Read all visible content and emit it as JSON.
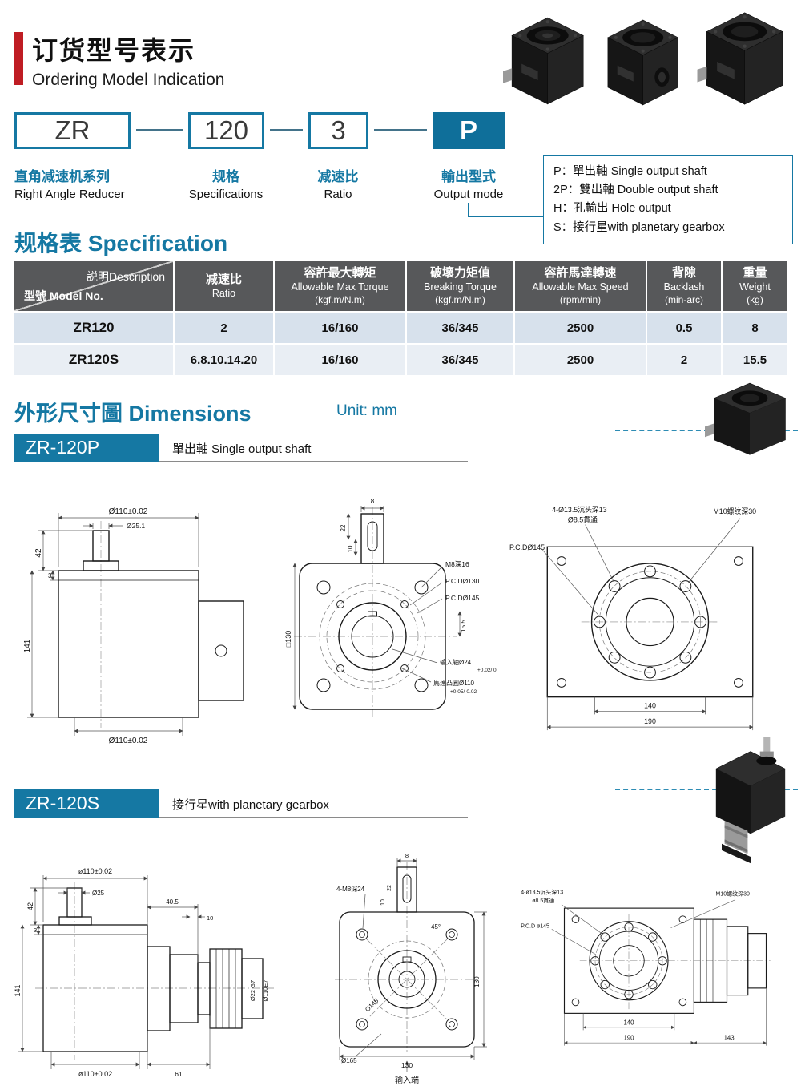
{
  "header": {
    "title_zh": "订货型号表示",
    "title_en": "Ordering Model Indication"
  },
  "ordering": {
    "segments": [
      {
        "code": "ZR",
        "label_zh": "直角减速机系列",
        "label_en": "Right Angle Reducer"
      },
      {
        "code": "120",
        "label_zh": "规格",
        "label_en": "Specifications"
      },
      {
        "code": "3",
        "label_zh": "减速比",
        "label_en": "Ratio"
      },
      {
        "code": "P",
        "label_zh": "輸出型式",
        "label_en": "Output mode"
      }
    ],
    "output_modes": [
      "P：單出軸 Single output shaft",
      "2P：雙出軸 Double output shaft",
      "H：孔輸出 Hole output",
      "S：接行星with planetary gearbox"
    ]
  },
  "spec": {
    "title": "规格表 Specification",
    "header": {
      "desc": "説明Description",
      "model": "型號 Model No.",
      "cols": [
        {
          "zh": "减速比",
          "en": "Ratio",
          "sub": ""
        },
        {
          "zh": "容許最大轉矩",
          "en": "Allowable Max Torque",
          "sub": "(kgf.m/N.m)"
        },
        {
          "zh": "破壞力矩值",
          "en": "Breaking Torque",
          "sub": "(kgf.m/N.m)"
        },
        {
          "zh": "容許馬達轉速",
          "en": "Allowable Max Speed",
          "sub": "(rpm/min)"
        },
        {
          "zh": "背隙",
          "en": "Backlash",
          "sub": "(min-arc)"
        },
        {
          "zh": "重量",
          "en": "Weight",
          "sub": "(kg)"
        }
      ]
    },
    "rows": [
      {
        "model": "ZR120",
        "ratio": "2",
        "max_torque": "16/160",
        "breaking": "36/345",
        "max_speed": "2500",
        "backlash": "0.5",
        "weight": "8"
      },
      {
        "model": "ZR120S",
        "ratio": "6.8.10.14.20",
        "max_torque": "16/160",
        "breaking": "36/345",
        "max_speed": "2500",
        "backlash": "2",
        "weight": "15.5"
      }
    ]
  },
  "dimensions": {
    "title": "外形尺寸圖 Dimensions",
    "unit": "Unit: mm",
    "p_tag": "ZR-120P",
    "p_subtitle": "單出軸 Single output shaft",
    "s_tag": "ZR-120S",
    "s_subtitle": "接行星with planetary gearbox"
  },
  "dwg_p": {
    "side": {
      "top_dia": "Ø110±0.02",
      "shaft_dia": "Ø25.1",
      "h42": "42",
      "h3": "3",
      "h141": "141",
      "bottom_dia": "Ø110±0.02"
    },
    "front": {
      "w8": "8",
      "h22": "22",
      "h10": "10",
      "m8": "M8深16",
      "pcd130": "P.C.DØ130",
      "pcd145": "P.C.DØ145",
      "sq130": "□130",
      "h155": "15.5",
      "input_shaft": "输入轴Ø24",
      "input_tol": "+0.02/ 0",
      "motor_boss": "馬達凸圓Ø110",
      "motor_tol": "+0.05/-0.02"
    },
    "back": {
      "cbore": "4-Ø13.5沉头深13",
      "through": "Ø8.5貫通",
      "m10": "M10螺纹深30",
      "pcd": "P.C.DØ145",
      "w140": "140",
      "w190": "190"
    }
  },
  "dwg_s": {
    "side": {
      "top_dia": "ø110±0.02",
      "shaft_dia": "Ø25",
      "h42": "42",
      "h3": "3",
      "h141": "141",
      "bottom_dia": "ø110±0.02",
      "w405": "40.5",
      "w10": "10",
      "g7": "Ø22 G7",
      "e7": "Ø110E7",
      "w61": "61"
    },
    "front": {
      "m8": "4-M8深24",
      "h22": "22",
      "h10": "10",
      "w8": "8",
      "angle": "45°",
      "d145": "Ø145",
      "h130": "130",
      "d165": "Ø165",
      "w130": "130",
      "input_end": "输入端"
    },
    "back": {
      "cbore": "4-ø13.5沉头深13",
      "through": "ø8.5貫通",
      "m10": "M10螺纹深30",
      "pcd": "P.C.D ø145",
      "w140": "140",
      "w190": "190",
      "w143": "143"
    }
  }
}
